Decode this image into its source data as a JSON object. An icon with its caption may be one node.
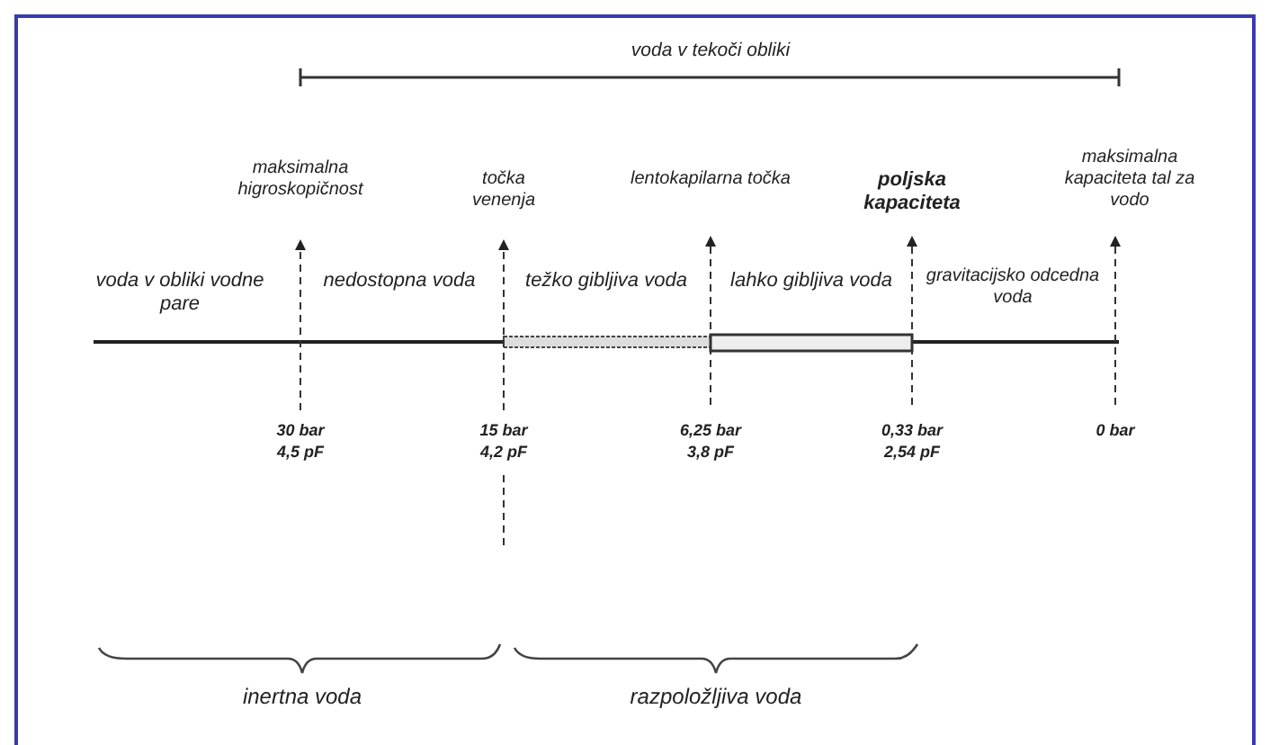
{
  "diagram": {
    "labels": [
      "voda v tekoči obliki",
      "maksimalna higroskopičnost",
      "točka venenja",
      "lentokapilarna točka",
      "poljska kapaciteta",
      "maksimalna kapaciteta tal za vodo",
      "voda v obliki vodne pare",
      "nedostopna voda",
      "težko gibljiva voda",
      "lahko gibljiva voda",
      "gravitacijsko odcedna voda",
      "30 bar",
      "4,5 pF",
      "15 bar",
      "4,2 pF",
      "6,25 bar",
      "3,8 pF",
      "0,33 bar",
      "2,54 pF",
      "0 bar",
      "inertna voda",
      "razpoložljiva voda"
    ]
  }
}
